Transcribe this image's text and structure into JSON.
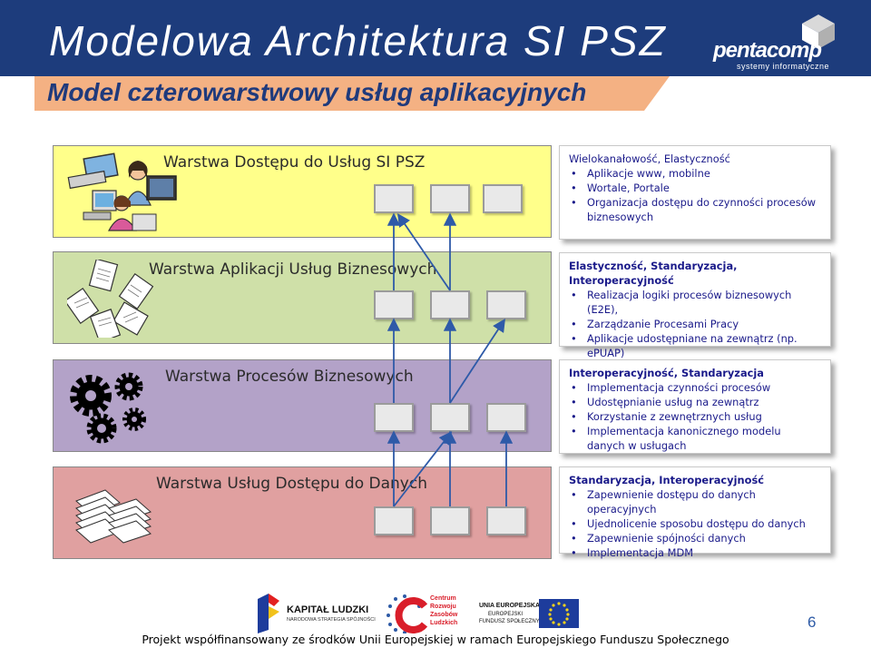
{
  "header": {
    "title": "Modelowa Architektura SI PSZ",
    "logo_text": "pentacomp",
    "logo_sub": "systemy informatyczne",
    "subtitle": "Model czterowarstwowy usług aplikacyjnych"
  },
  "layers": [
    {
      "label": "Warstwa Dostępu do Usług SI PSZ",
      "color": "#ffff8a",
      "image": "people-at-computers-illustration"
    },
    {
      "label": "Warstwa Aplikacji Usług Biznesowych",
      "color": "#cfe0a8",
      "image": "documents-cycle-illustration"
    },
    {
      "label": "Warstwa Procesów Biznesowych",
      "color": "#b3a2c8",
      "image": "gears-illustration"
    },
    {
      "label": "Warstwa Usług Dostępu do Danych",
      "color": "#e0a0a0",
      "image": "document-stacks-illustration"
    }
  ],
  "panels": [
    {
      "heading": "Wielokanałowość, Elastyczność",
      "items": [
        "Aplikacje www, mobilne",
        "Wortale, Portale",
        "Organizacja dostępu do czynności procesów biznesowych"
      ]
    },
    {
      "heading": "Elastyczność, Standaryzacja, Interoperacyjność",
      "items": [
        "Realizacja logiki procesów biznesowych (E2E),",
        "Zarządzanie Procesami Pracy",
        "Aplikacje udostępniane na zewnątrz (np. ePUAP)"
      ]
    },
    {
      "heading": "Interoperacyjność, Standaryzacja",
      "items": [
        "Implementacja czynności procesów",
        "Udostępnianie usług na zewnątrz",
        "Korzystanie z zewnętrznych usług",
        "Implementacja kanonicznego modelu danych w usługach"
      ]
    },
    {
      "heading": "Standaryzacja, Interoperacyjność",
      "items": [
        "Zapewnienie dostępu do danych operacyjnych",
        "Ujednolicenie sposobu dostępu do danych",
        "Zapewnienie spójności danych",
        "Implementacja MDM"
      ]
    }
  ],
  "footer": {
    "logos": [
      {
        "line1": "KAPITAŁ LUDZKI",
        "line2": "NARODOWA STRATEGIA SPÓJNOŚCI"
      },
      {
        "line1": "Centrum",
        "line2": "Rozwoju",
        "line3": "Zasobów",
        "line4": "Ludzkich"
      },
      {
        "line1": "UNIA EUROPEJSKA",
        "line2": "EUROPEJSKI",
        "line3": "FUNDUSZ SPOŁECZNY"
      }
    ],
    "text": "Projekt współfinansowany ze środków Unii Europejskiej w ramach Europejskiego Funduszu Społecznego",
    "page_number": "6"
  },
  "colors": {
    "header_bg": "#1d3c7c",
    "subtitle_band": "#f4b183",
    "panel_text": "#1a1a8a",
    "arrow": "#2e5aa8"
  }
}
